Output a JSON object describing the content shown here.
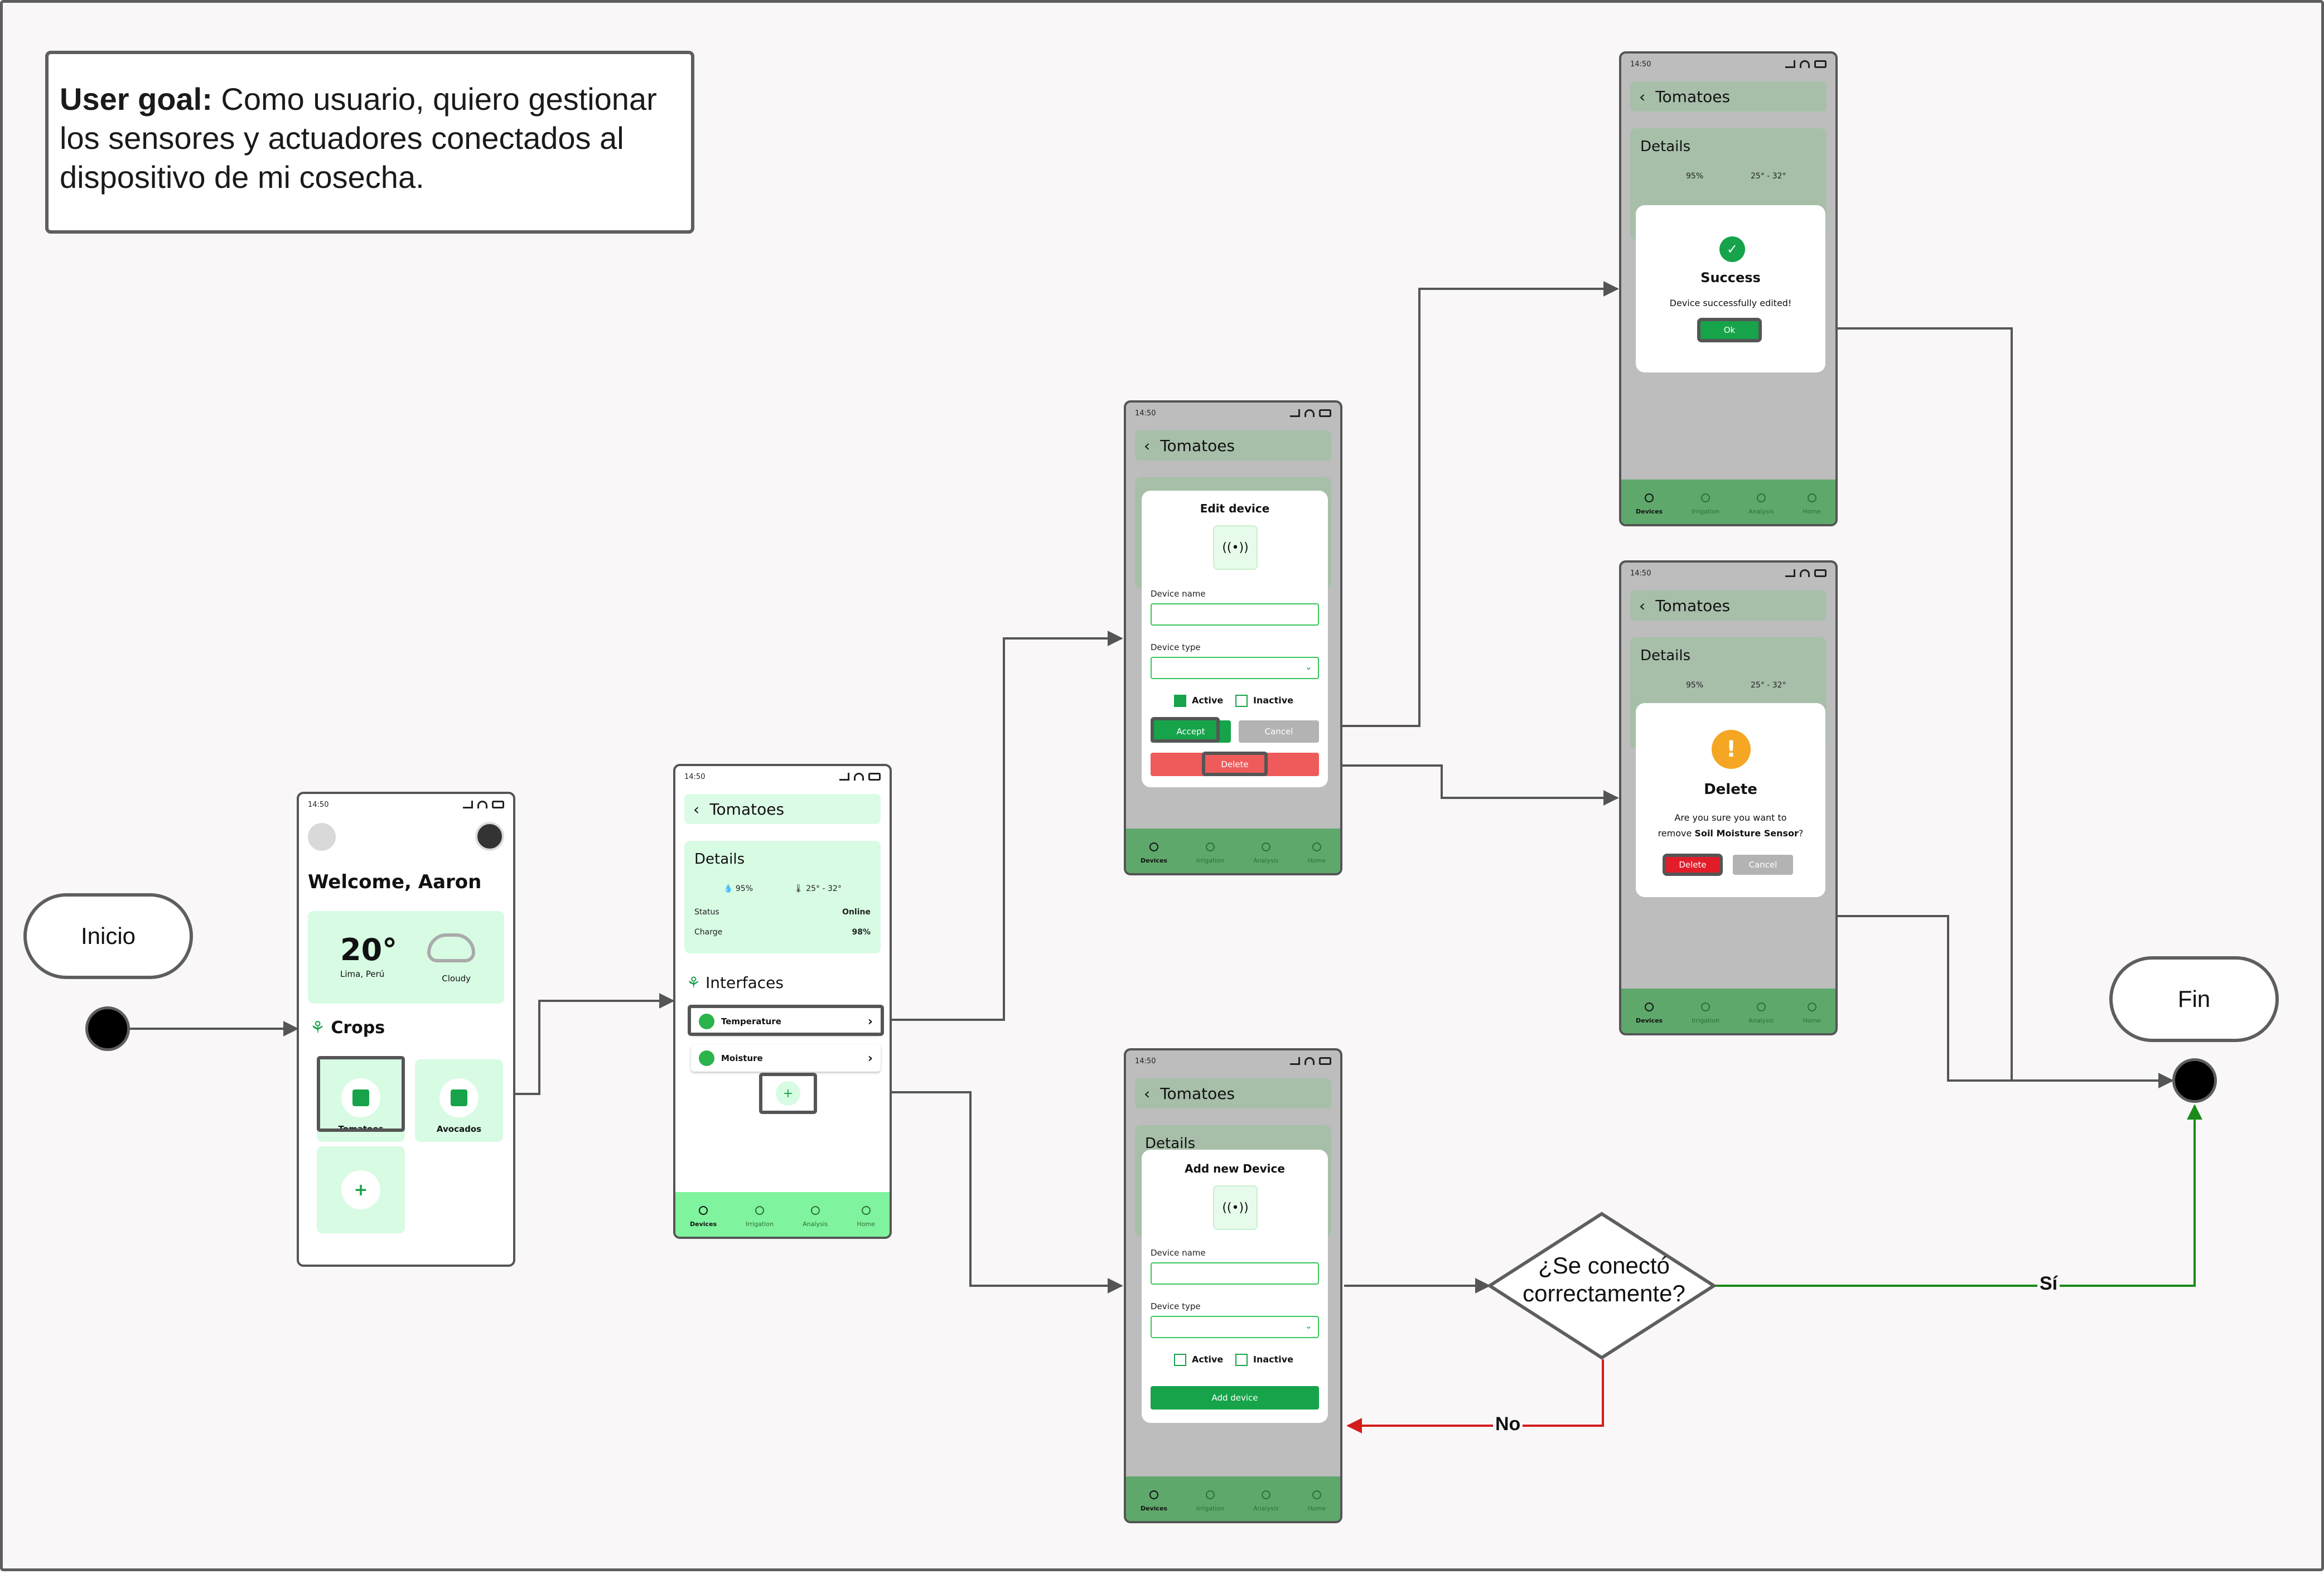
{
  "goal": {
    "prefix": "User goal:",
    "text": " Como usuario, quiero gestionar los sensores y actuadores conectados al dispositivo de mi cosecha."
  },
  "nodes": {
    "start": "Inicio",
    "end": "Fin"
  },
  "decision": {
    "label": "¿Se conectó correctamente?",
    "yes": "Sí",
    "no": "No"
  },
  "colors": {
    "accent": "#16a34a",
    "light": "#d7fbe3",
    "nav": "#7ff39d",
    "danger": "#ef4444",
    "warn": "#f5a623",
    "yes_edge": "#1a8a1a",
    "no_edge": "#d41c1c"
  },
  "status_time": "14:50",
  "nav": [
    "Devices",
    "Irrigation",
    "Analysis",
    "Home"
  ],
  "home": {
    "welcome": "Welcome, Aaron",
    "temp": "20°",
    "location": "Lima, Perú",
    "weather": "Cloudy",
    "crops_title": "Crops",
    "crops": [
      "Tomatoes",
      "Avocados"
    ],
    "add": "+"
  },
  "crop": {
    "title": "Tomatoes",
    "details": "Details",
    "humidity": "95%",
    "temp_range": "25° - 32°",
    "status_label": "Status",
    "status_value": "Online",
    "charge_label": "Charge",
    "charge_value": "98%",
    "interfaces": "Interfaces",
    "items": [
      "Temperature",
      "Moisture"
    ],
    "add": "+"
  },
  "edit": {
    "title": "Edit device",
    "name_label": "Device name",
    "type_label": "Device type",
    "active": "Active",
    "inactive": "Inactive",
    "accept": "Accept",
    "cancel": "Cancel",
    "delete": "Delete"
  },
  "add_device": {
    "title": "Add new Device",
    "name_label": "Device name",
    "type_label": "Device type",
    "active": "Active",
    "inactive": "Inactive",
    "submit": "Add device"
  },
  "success": {
    "title": "Success",
    "message": "Device successfully edited!",
    "ok": "Ok"
  },
  "delete_dialog": {
    "title": "Delete",
    "message_a": "Are you sure you want to",
    "message_b": "remove ",
    "device": "Soil Moisture Sensor",
    "q": "?",
    "delete": "Delete",
    "cancel": "Cancel"
  },
  "icons": [
    "status-bars-icon",
    "wifi-icon",
    "battery-icon",
    "back-chevron-icon",
    "drop-icon",
    "thermometer-icon",
    "sensor-icon",
    "check-icon",
    "warning-icon",
    "sprout-icon",
    "cloud-icon"
  ]
}
